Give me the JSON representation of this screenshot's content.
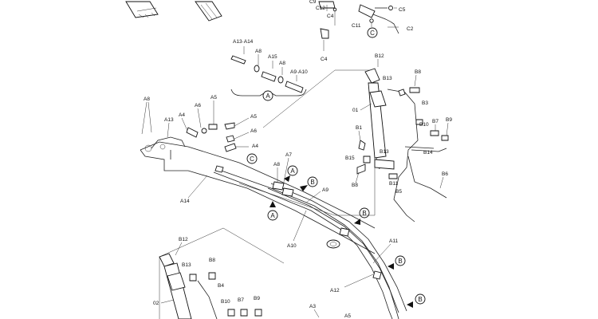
{
  "labels": {
    "c9": "C9",
    "c12": "C12",
    "c4a": "C4",
    "c4b": "C4",
    "c11": "C11",
    "c5": "C5",
    "c2": "C2",
    "a13a14": "A13·A14",
    "a8_top": "A8",
    "a15": "A15",
    "a8_top2": "A8",
    "a9a10": "A9·A10",
    "a8_left": "A8",
    "a13": "A13",
    "a4_left": "A4",
    "a6_left": "A6",
    "a5_left": "A5",
    "a5_mid": "A5",
    "a6_mid": "A6",
    "a4_mid": "A4",
    "a7": "A7",
    "a8_mid": "A8",
    "a9": "A9",
    "a14": "A14",
    "a10": "A10",
    "a11": "A11",
    "a12": "A12",
    "a3": "A3",
    "a5_bot": "A5",
    "b12_top": "B12",
    "b13_top": "B13",
    "b8_top": "B8",
    "o1": "01",
    "b3": "B3",
    "b1": "B1",
    "b10_top": "B10",
    "b7_top": "B7",
    "b9_top": "B9",
    "b13_mid": "B13",
    "b14": "B14",
    "b15": "B15",
    "b8_mid": "B8",
    "b11": "B11",
    "b5": "B5",
    "b6": "B6",
    "b12_bot": "B12",
    "b13_bot": "B13",
    "b8_bot": "B8",
    "b4": "B4",
    "o2": "02",
    "b10_bot": "B10",
    "b7_bot": "B7",
    "b9_bot": "B9"
  },
  "callouts": {
    "a": "A",
    "b": "B",
    "c": "C"
  }
}
